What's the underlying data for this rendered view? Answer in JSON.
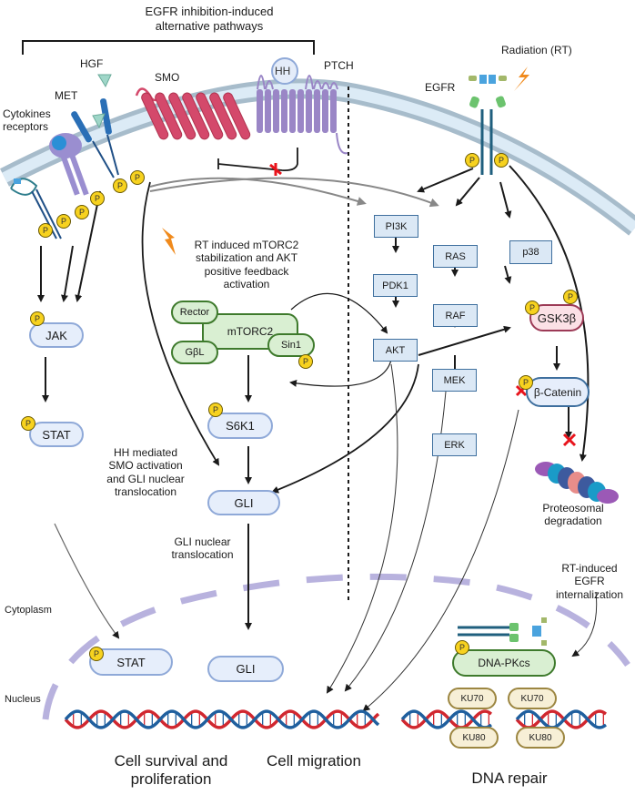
{
  "figure": {
    "header": "EGFR inhibition-induced\nalternative pathways",
    "receptors": {
      "cytokines": "Cytokines\nreceptors",
      "met": "MET",
      "hgf": "HGF",
      "smo": "SMO",
      "hh": "HH",
      "ptch": "PTCH",
      "egfr": "EGFR",
      "radiation": "Radiation (RT)"
    },
    "annotations": {
      "mtorc2_note": "RT induced mTORC2\nstabilization and AKT\npositive feedback\nactivation",
      "hh_note": "HH mediated\nSMO activation\nand GLI nuclear\ntranslocation",
      "gli_translocation": "GLI nuclear\ntranslocation",
      "proteasome": "Proteosomal\ndegradation",
      "egfr_internalization": "RT-induced\nEGFR\ninternalization",
      "cytoplasm": "Cytoplasm",
      "nucleus": "Nucleus"
    },
    "mtorc2": {
      "core": "mTORC2",
      "rector": "Rector",
      "gbl": "GβL",
      "sin1": "Sin1"
    },
    "nodes": {
      "jak": "JAK",
      "stat": "STAT",
      "s6k1": "S6K1",
      "gli": "GLI",
      "pi3k": "PI3K",
      "pdk1": "PDK1",
      "akt": "AKT",
      "ras": "RAS",
      "raf": "RAF",
      "mek": "MEK",
      "erk": "ERK",
      "p38": "p38",
      "gsk3b": "GSK3β",
      "bcatenin": "β-Catenin",
      "stat_nuc": "STAT",
      "gli_nuc": "GLI",
      "dnapkcs": "DNA-PKcs",
      "ku70a": "KU70",
      "ku70b": "KU70",
      "ku80a": "KU80",
      "ku80b": "KU80"
    },
    "phospho_label": "P",
    "outcomes": {
      "survival": "Cell survival and\nproliferation",
      "migration": "Cell migration",
      "repair": "DNA repair"
    },
    "colors": {
      "membrane": "#c9dbe7",
      "membrane_edge": "#a7bccb",
      "smo": "#d4496b",
      "ptch": "#9a86c6",
      "met": "#2a6fb6",
      "nuclear_envelope": "#b8b2de",
      "dna_red": "#d1272f",
      "dna_blue": "#1f5f9e",
      "lightning": "#f08a1c",
      "inhibit_x": "#e8141c"
    }
  }
}
